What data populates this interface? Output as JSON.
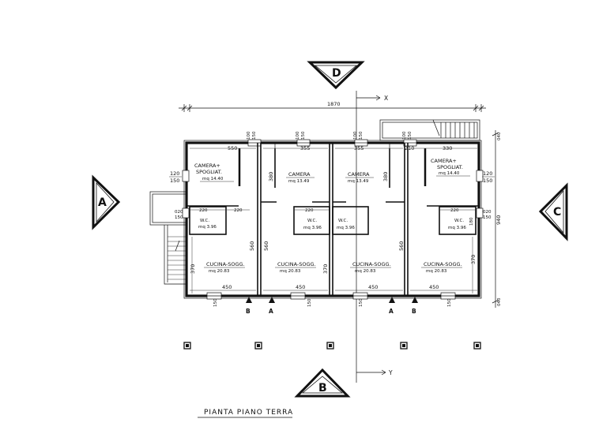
{
  "title": "PIANTA PIANO TERRA",
  "section_markers": {
    "top": "D",
    "bottom": "B",
    "left": "A",
    "right": "C"
  },
  "axes": {
    "x": "X",
    "y": "Y"
  },
  "overall_width": "1870",
  "overall_depth": "940",
  "rooms": {
    "camera_spogliat_1": {
      "name_line1": "CAMERA+",
      "name_line2": "SPOGLIAT.",
      "area": "mq 14.40"
    },
    "camera_1": {
      "name": "CAMERA",
      "area": "mq 13.49"
    },
    "camera_2": {
      "name": "CAMERA",
      "area": "mq 13.49"
    },
    "camera_spogliat_2": {
      "name_line1": "CAMERA+",
      "name_line2": "SPOGLIAT.",
      "area": "mq 14.40"
    },
    "wc_1": {
      "name": "W.C.",
      "area": "mq 3.96"
    },
    "wc_2": {
      "name": "W.C.",
      "area": "mq 3.96"
    },
    "wc_3": {
      "name": "W.C.",
      "area": "mq 3.96"
    },
    "wc_4": {
      "name": "W.C.",
      "area": "mq 3.96"
    },
    "cucina_1": {
      "name": "CUCINA-SOGG.",
      "area": "mq 20.83"
    },
    "cucina_2": {
      "name": "CUCINA-SOGG.",
      "area": "mq 20.83"
    },
    "cucina_3": {
      "name": "CUCINA-SOGG.",
      "area": "mq 20.83"
    },
    "cucina_4": {
      "name": "CUCINA-SOGG.",
      "area": "mq 20.83"
    }
  },
  "dimensions": {
    "top_550": "550",
    "top_355a": "355",
    "top_355b": "355",
    "top_210": "210",
    "top_330": "330",
    "win_100": "100",
    "win_150": "150",
    "wc_220": "220",
    "side_120": "120",
    "side_150": "150",
    "side_020": "020",
    "side_150b": "150",
    "side_180": "180",
    "v_380": "380",
    "v_560": "560",
    "v_370": "370",
    "bot_450": "450",
    "bot_150": "150",
    "right_040": "040"
  },
  "cut_labels": {
    "A": "A",
    "B": "B"
  }
}
